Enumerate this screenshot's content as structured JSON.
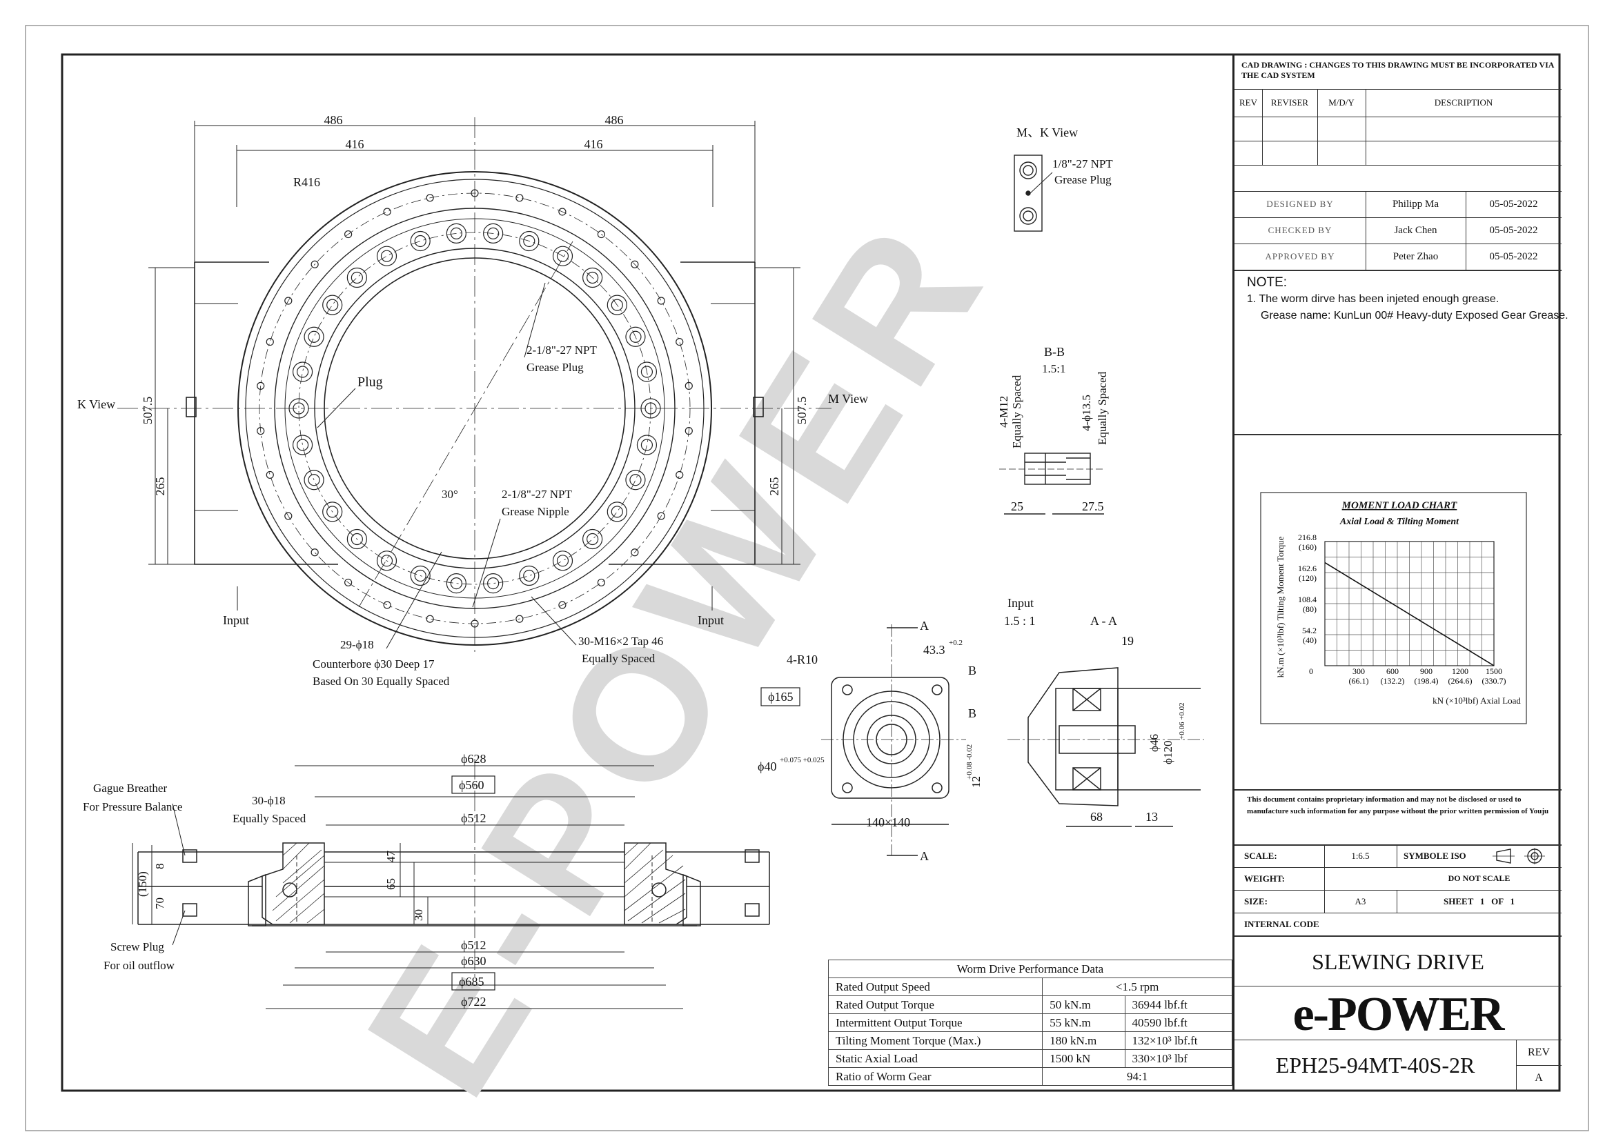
{
  "title_block": {
    "cad_notice": "CAD DRAWING : CHANGES TO THIS DRAWING MUST BE INCORPORATED VIA THE CAD SYSTEM",
    "rev_headers": [
      "REV",
      "REVISER",
      "M/D/Y",
      "DESCRIPTION"
    ],
    "approvals": [
      {
        "role": "DESIGNED BY",
        "name": "Philipp Ma",
        "date": "05-05-2022"
      },
      {
        "role": "CHECKED BY",
        "name": "Jack Chen",
        "date": "05-05-2022"
      },
      {
        "role": "APPROVED BY",
        "name": "Peter Zhao",
        "date": "05-05-2022"
      }
    ],
    "note_title": "NOTE:",
    "note_line1": "1. The worm dirve has been injeted enough grease.",
    "note_line2": "Grease name: KunLun 00# Heavy-duty Exposed Gear Grease.",
    "proprietary": "This document contains proprietary information and may not be disclosed or used to manufacture such information for any purpose without the prior written permission of Youju",
    "scale_label": "SCALE:",
    "scale_value": "1:6.5",
    "symbol_label": "SYMBOLE ISO",
    "weight_label": "WEIGHT:",
    "do_not_scale": "DO NOT SCALE",
    "size_label": "SIZE:",
    "size_value": "A3",
    "sheet_text": "SHEET   1   OF   1",
    "internal_code_label": "INTERNAL CODE",
    "product_name": "SLEWING DRIVE",
    "brand": "e-POWER",
    "part_number": "EPH25-94MT-40S-2R",
    "rev_label": "REV",
    "rev_value": "A"
  },
  "watermark": "E-POWER",
  "perf_table": {
    "title": "Worm Drive Performance Data",
    "rows": [
      {
        "label": "Rated Output Speed",
        "metric": "<1.5 rpm",
        "imperial": ""
      },
      {
        "label": "Rated Output Torque",
        "metric": "50 kN.m",
        "imperial": "36944 lbf.ft"
      },
      {
        "label": "Intermittent Output Torque",
        "metric": "55 kN.m",
        "imperial": "40590 lbf.ft"
      },
      {
        "label": "Tilting Moment Torque (Max.)",
        "metric": "180 kN.m",
        "imperial": "132×10³ lbf.ft"
      },
      {
        "label": "Static Axial Load",
        "metric": "1500 kN",
        "imperial": "330×10³ lbf"
      },
      {
        "label": "Ratio of Worm Gear",
        "metric": "94:1",
        "imperial": ""
      }
    ]
  },
  "chart_data": {
    "type": "line",
    "title": "MOMENT LOAD CHART",
    "subtitle": "Axial Load & Tilting Moment",
    "ylabel": "kN.m (×10³lbf) Tilting Moment Torque",
    "xlabel": "kN (×10³lbf) Axial Load",
    "x_ticks": [
      "0",
      "300 (66.1)",
      "600 (132.2)",
      "900 (198.4)",
      "1200 (264.6)",
      "1500 (330.7)"
    ],
    "y_ticks": [
      "216.8 (160)",
      "162.6 (120)",
      "108.4 (80)",
      "54.2 (40)"
    ],
    "xlim": [
      0,
      1500
    ],
    "ylim": [
      0,
      216.8
    ],
    "grid": true,
    "series": [
      {
        "x": [
          0,
          1500
        ],
        "y": [
          180,
          0
        ]
      }
    ]
  },
  "labels": {
    "mk_view": "M、K View",
    "npt_plug_small_1": "1/8\"-27 NPT",
    "npt_plug_small_2": "Grease Plug",
    "bb": "B-B",
    "bb_scale": "1.5:1",
    "m12_1": "4-M12",
    "m12_2": "Equally Spaced",
    "d135_1": "4-ϕ13.5",
    "d135_2": "Equally Spaced",
    "d25": "25",
    "d275": "27.5",
    "k_view": "K View",
    "m_view": "M View",
    "d486a": "486",
    "d486b": "486",
    "d416a": "416",
    "d416b": "416",
    "r416": "R416",
    "d5075a": "507.5",
    "d5075b": "507.5",
    "d265a": "265",
    "d265b": "265",
    "plug": "Plug",
    "npt_plug_1": "2-1/8\"-27 NPT",
    "npt_plug_2": "Grease Plug",
    "npt_nip_1": "2-1/8\"-27 NPT",
    "npt_nip_2": "Grease Nipple",
    "angle30": "30°",
    "input_l": "Input",
    "input_r": "Input",
    "holes_1": "29-ϕ18",
    "holes_2": "Counterbore ϕ30 Deep 17",
    "holes_3": "Based On 30 Equally Spaced",
    "tap_1": "30-M16×2 Tap 46",
    "tap_2": "Equally Spaced",
    "input_view": "Input",
    "input_scale": "1.5 : 1",
    "aa_top": "A",
    "aa_bot": "A",
    "d433": "43.3",
    "d433_tol": "+0.2",
    "r10": "4-R10",
    "b_top": "B",
    "b_bot": "B",
    "d165": "ϕ165",
    "d40": "ϕ40",
    "d40_tol": "+0.075 +0.025",
    "d12": "12",
    "d12_tol": "+0.08 -0.02",
    "d140": "140×140",
    "aa_section": "A - A",
    "d19": "19",
    "d46": "ϕ46",
    "d120": "ϕ120",
    "d120_tol": "+0.06 +0.02",
    "d68": "68",
    "d13": "13",
    "breather_1": "Gague Breather",
    "breather_2": "For Pressure Balance",
    "sect_holes_1": "30-ϕ18",
    "sect_holes_2": "Equally Spaced",
    "d628": "ϕ628",
    "d560": "ϕ560",
    "d512a": "ϕ512",
    "d47": "47",
    "d65": "65",
    "d30": "30",
    "d8": "8",
    "d150": "(150)",
    "d70": "70",
    "d512b": "ϕ512",
    "d630": "ϕ630",
    "d685": "ϕ685",
    "d722": "ϕ722",
    "screw_1": "Screw Plug",
    "screw_2": "For oil outflow"
  }
}
